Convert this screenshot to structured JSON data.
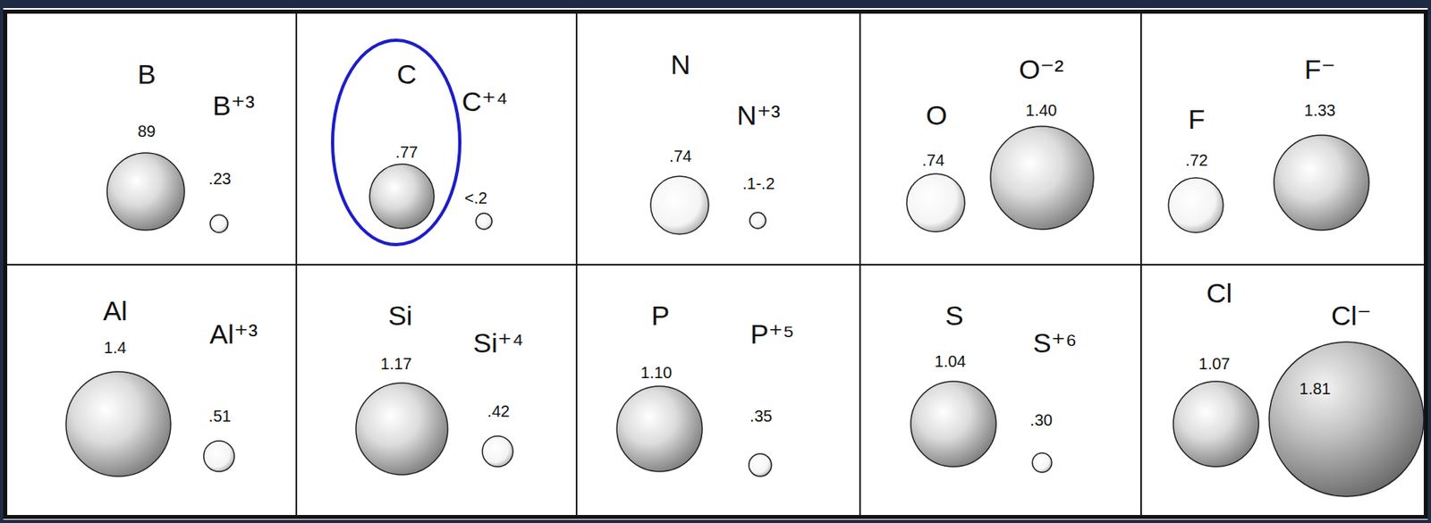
{
  "diagram": {
    "nodes": [
      {
        "text": [
          "B",
          "89",
          "B⁺³",
          ".23"
        ]
      },
      {
        "text": [
          "C⁺⁴",
          "<.2"
        ]
      },
      {
        "text": [
          "C",
          ".77"
        ],
        "in": 1
      },
      {
        "text": [
          "N",
          ".74",
          "N⁺³",
          ".1-.2"
        ]
      },
      {
        "text": [
          "O",
          ".74",
          "O⁻²",
          "1.40"
        ]
      },
      {
        "text": [
          "F",
          ".72",
          "F⁻",
          "1.33"
        ]
      },
      {
        "text": [
          "Al",
          "1.4",
          "Al⁺³",
          ".51"
        ]
      },
      {
        "text": [
          "Si",
          "1.17",
          "Si⁺⁴",
          ".42"
        ]
      },
      {
        "text": [
          "P",
          "1.10",
          "P⁺⁵",
          ".35"
        ]
      },
      {
        "text": [
          "S",
          "1.04",
          "S⁺⁶",
          ".30"
        ]
      },
      {
        "text": [
          "Cl",
          "1.07",
          "Cl⁻",
          "1.81"
        ]
      }
    ]
  }
}
